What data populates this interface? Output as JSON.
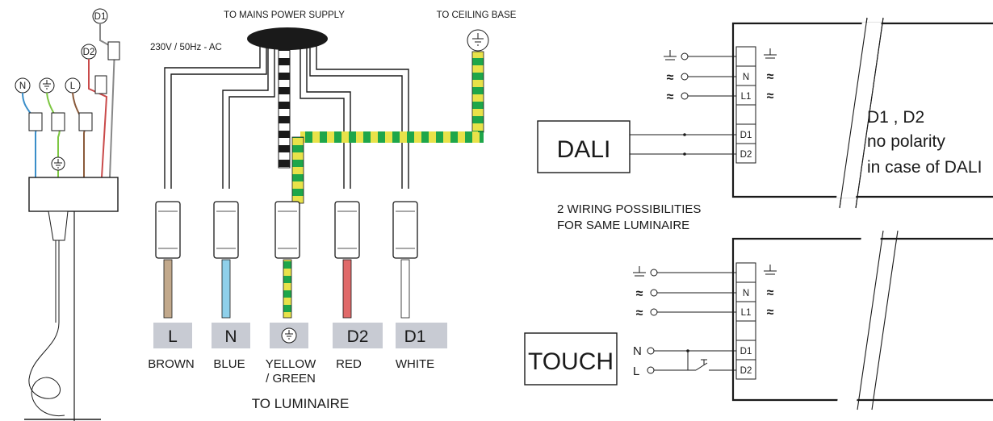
{
  "top": {
    "mains_label": "TO MAINS POWER SUPPLY",
    "ceiling_label": "TO CEILING BASE",
    "voltage_label": "230V / 50Hz - AC"
  },
  "bulbs": {
    "n": "N",
    "l": "L",
    "d2": "D2",
    "d1": "D1"
  },
  "terminals": [
    {
      "letter": "L",
      "color_name": "BROWN",
      "wire_color": "#c2a98c"
    },
    {
      "letter": "N",
      "color_name": "BLUE",
      "wire_color": "#8fd0ea"
    },
    {
      "letter": "",
      "color_name": "YELLOW",
      "color_name_2": "/ GREEN",
      "wire_color": "#e8e24a"
    },
    {
      "letter": "D2",
      "color_name": "RED",
      "wire_color": "#e06a6a"
    },
    {
      "letter": "D1",
      "color_name": "WHITE",
      "wire_color": "#ffffff"
    }
  ],
  "to_luminaire": "TO LUMINAIRE",
  "dali": {
    "box_label": "DALI",
    "pins": [
      "N",
      "L1",
      "D1",
      "D2"
    ],
    "note_line1": "D1 , D2",
    "note_line2": "no polarity",
    "note_line3": "in case of DALI"
  },
  "possibilities": {
    "line1": "2 WIRING POSSIBILITIES",
    "line2": "FOR SAME LUMINAIRE"
  },
  "touch": {
    "box_label": "TOUCH",
    "pins": [
      "N",
      "L1",
      "D1",
      "D2"
    ],
    "input_n": "N",
    "input_l": "L"
  },
  "colors": {
    "earth_green": "#1ea64a",
    "earth_yellow": "#e8e24a",
    "label_box": "#c8cbd3"
  }
}
